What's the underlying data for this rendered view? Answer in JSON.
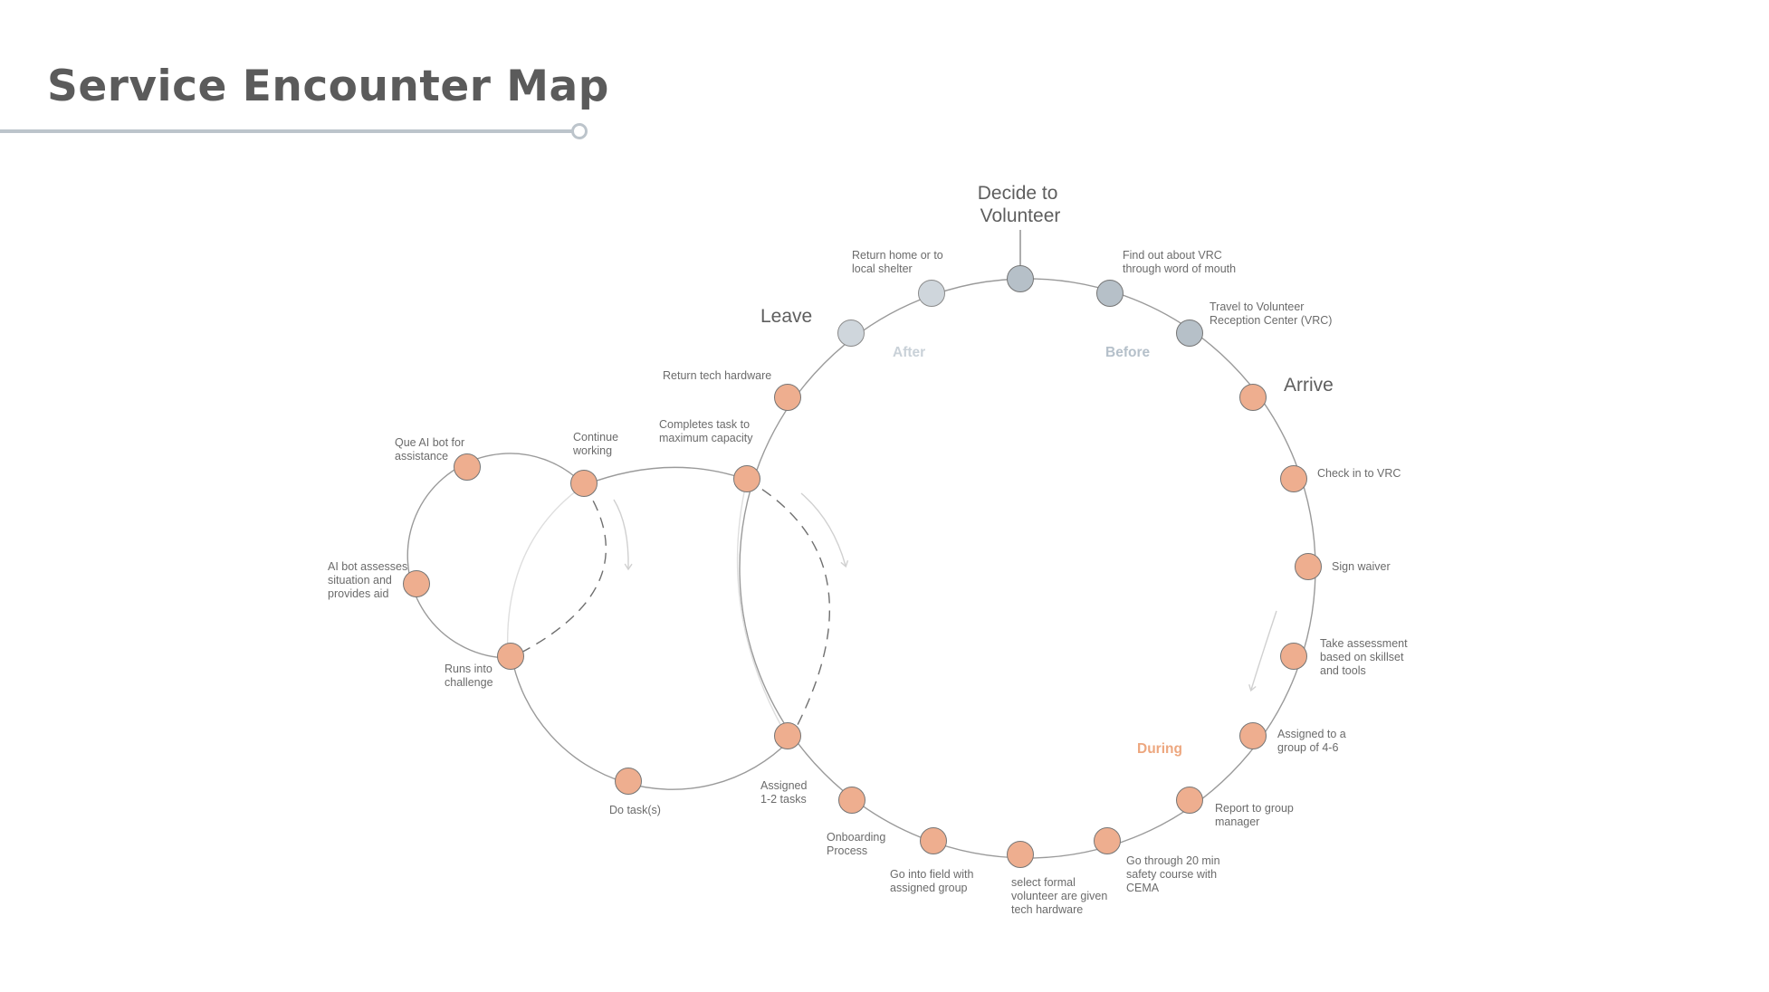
{
  "title": "Service Encounter Map",
  "colors": {
    "orange_node": "#eeae8f",
    "gray_node": "#b6c0c8",
    "light_node": "#cfd6dc",
    "node_stroke": "#757575",
    "main_line": "#9a9a9a",
    "faint_line": "#dedede",
    "dashed_line": "#6f6f6f",
    "phase_before": "#b5c0ca",
    "phase_after": "#c9d1d8",
    "phase_during": "#eda77f",
    "rule": "#bcc4cb"
  },
  "stages": {
    "decide": [
      "Decide to",
      "Volunteer"
    ],
    "arrive": "Arrive",
    "leave": "Leave"
  },
  "phases": {
    "before": "Before",
    "after": "After",
    "during": "During"
  },
  "steps": {
    "find_out": [
      "Find out about VRC",
      "through word of mouth"
    ],
    "travel": [
      "Travel to Volunteer",
      "Reception Center (VRC)"
    ],
    "check_in": [
      "Check in to VRC"
    ],
    "sign_waiver": [
      "Sign waiver"
    ],
    "assessment": [
      "Take assessment",
      "based on skillset",
      "and tools"
    ],
    "assigned_group": [
      "Assigned to a",
      "group of 4-6"
    ],
    "report": [
      "Report to group",
      "manager"
    ],
    "safety": [
      "Go through 20 min",
      "safety course with",
      "CEMA"
    ],
    "hardware_given": [
      "select formal",
      "volunteer are given",
      "tech hardware"
    ],
    "into_field": [
      "Go into field with",
      "assigned group"
    ],
    "onboarding": [
      "Onboarding",
      "Process"
    ],
    "assigned_tasks": [
      "Assigned",
      "1-2 tasks"
    ],
    "do_tasks": [
      "Do task(s)"
    ],
    "runs_into": [
      "Runs into",
      "challenge"
    ],
    "ai_assesses": [
      "AI bot assesses",
      "situation and",
      "provides aid"
    ],
    "que_ai": [
      "Que AI bot for",
      "assistance"
    ],
    "continue": [
      "Continue",
      "working"
    ],
    "completes": [
      "Completes task to",
      "maximum capacity"
    ],
    "return_hw": [
      "Return tech hardware"
    ],
    "return_home": [
      "Return home or to",
      "local shelter"
    ]
  }
}
